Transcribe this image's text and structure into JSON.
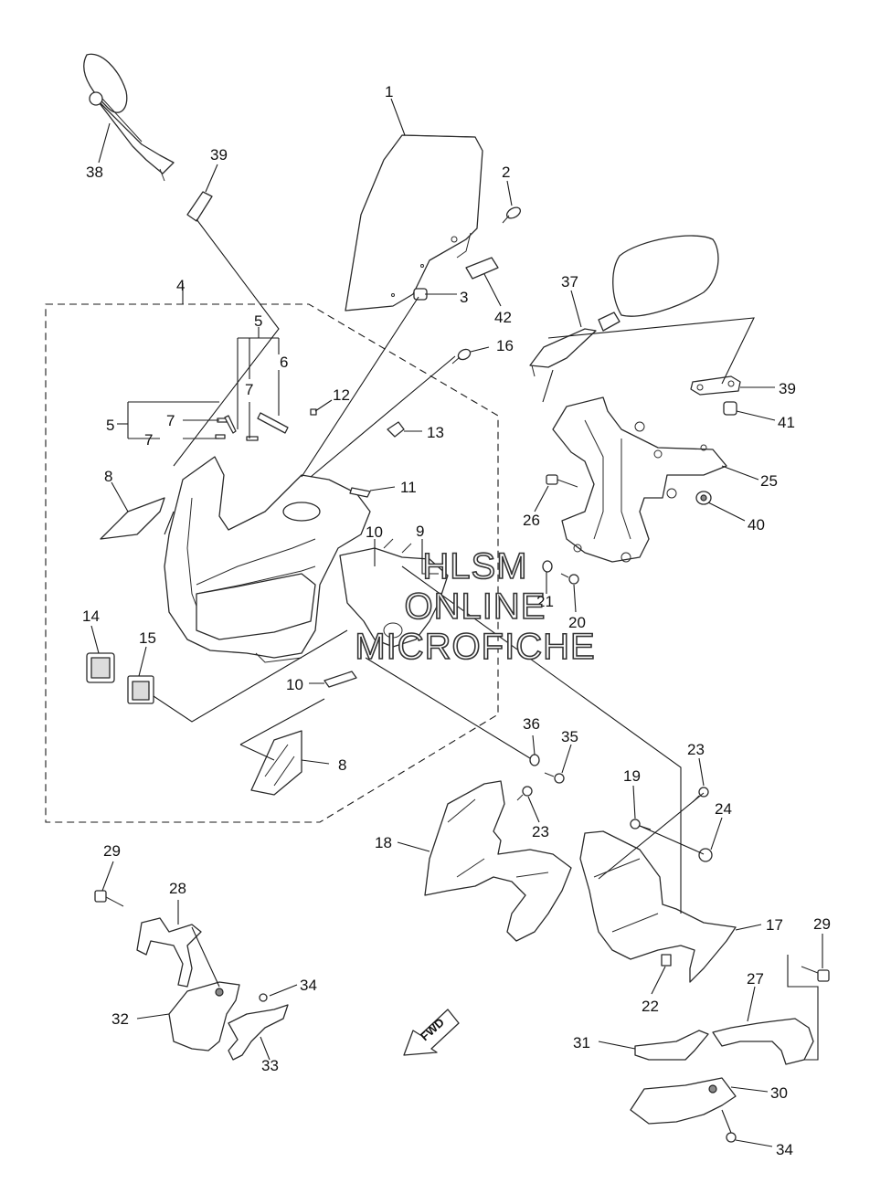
{
  "diagram": {
    "callouts": [
      "1",
      "2",
      "3",
      "4",
      "5",
      "6",
      "7",
      "8",
      "9",
      "10",
      "11",
      "12",
      "13",
      "14",
      "15",
      "16",
      "17",
      "18",
      "19",
      "20",
      "21",
      "22",
      "23",
      "24",
      "25",
      "26",
      "27",
      "28",
      "29",
      "30",
      "31",
      "32",
      "33",
      "34",
      "35",
      "36",
      "37",
      "38",
      "39",
      "40",
      "41",
      "42"
    ],
    "labels": {
      "l1": "1",
      "l2": "2",
      "l3": "3",
      "l4": "4",
      "l5a": "5",
      "l5b": "5",
      "l6": "6",
      "l7a": "7",
      "l7b": "7",
      "l7c": "7",
      "l8a": "8",
      "l8b": "8",
      "l9": "9",
      "l10a": "10",
      "l10b": "10",
      "l11": "11",
      "l12": "12",
      "l13": "13",
      "l14": "14",
      "l15": "15",
      "l16": "16",
      "l17": "17",
      "l18": "18",
      "l19": "19",
      "l20": "20",
      "l21": "21",
      "l22": "22",
      "l23a": "23",
      "l23b": "23",
      "l24": "24",
      "l25": "25",
      "l26": "26",
      "l27": "27",
      "l28": "28",
      "l29a": "29",
      "l29b": "29",
      "l30": "30",
      "l31": "31",
      "l32": "32",
      "l33": "33",
      "l34a": "34",
      "l34b": "34",
      "l35": "35",
      "l36": "36",
      "l37": "37",
      "l38": "38",
      "l39a": "39",
      "l39b": "39",
      "l40": "40",
      "l41": "41",
      "l42": "42"
    },
    "direction_marker": "FWD"
  },
  "watermark": {
    "line1": "HLSM",
    "line2": "ONLINE",
    "line3": "MICROFICHE"
  }
}
